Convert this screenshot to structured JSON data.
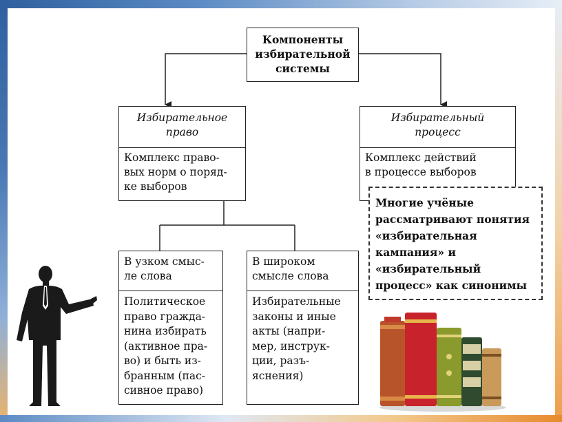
{
  "diagram": {
    "top": {
      "line1": "Компоненты",
      "line2": "избирательной",
      "line3": "системы"
    },
    "law": {
      "title_l1": "Избирательное",
      "title_l2": "право",
      "desc_l1": "Комплекс право-",
      "desc_l2": "вых норм о поряд-",
      "desc_l3": "ке выборов"
    },
    "process": {
      "title_l1": "Избирательный",
      "title_l2": "процесс",
      "desc_l1": "Комплекс действий",
      "desc_l2": "в процессе выборов"
    },
    "narrow": {
      "title_l1": "В узком смыс-",
      "title_l2": "ле слова",
      "desc_l1": "Политическое",
      "desc_l2": "право гражда-",
      "desc_l3": "нина избирать",
      "desc_l4": "(активное пра-",
      "desc_l5": "во) и быть из-",
      "desc_l6": "бранным (пас-",
      "desc_l7": "сивное право)"
    },
    "wide": {
      "title_l1": "В широком",
      "title_l2": "смысле слова",
      "desc_l1": "Избирательные",
      "desc_l2": "законы и иные",
      "desc_l3": "акты (напри-",
      "desc_l4": "мер, инструк-",
      "desc_l5": "ции, разъ-",
      "desc_l6": "яснения)"
    },
    "note": {
      "l1": "Многие учёные",
      "l2": "рассматривают понятия",
      "l3": "«избирательная",
      "l4": "кампания» и",
      "l5": "«избирательный",
      "l6": "процесс» как синонимы"
    }
  },
  "colors": {
    "frame_blue": "#2f5f9e",
    "frame_orange": "#e88a2e",
    "border": "#222222"
  },
  "icons": [
    "businessman-silhouette-icon",
    "books-stack-icon"
  ]
}
